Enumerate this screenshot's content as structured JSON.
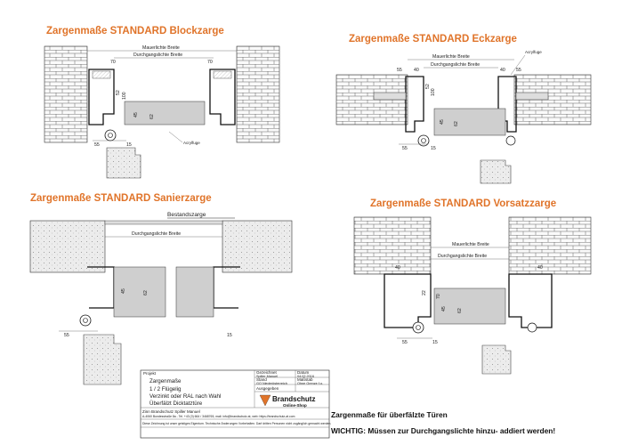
{
  "drawings": [
    {
      "title": "Zargenmaße STANDARD Blockzarge",
      "labels": [
        "Mauerlichte Breite",
        "Durchgangslichte Breite",
        "Acrylfuge"
      ],
      "dims": [
        "70",
        "70",
        "52",
        "100",
        "45",
        "62",
        "55",
        "15"
      ]
    },
    {
      "title": "Zargenmaße STANDARD Eckzarge",
      "labels": [
        "Mauerlichte Breite",
        "Durchgangslichte Breite",
        "Acrylfuge"
      ],
      "dims": [
        "55",
        "40",
        "40",
        "55",
        "100",
        "52",
        "45",
        "62",
        "55",
        "15"
      ]
    },
    {
      "title": "Zargenmaße STANDARD Sanierzarge",
      "labels": [
        "Bestandszarge",
        "Durchgangslichte Breite"
      ],
      "dims": [
        "45",
        "62",
        "55",
        "15"
      ]
    },
    {
      "title": "Zargenmaße STANDARD Vorsatzzarge",
      "labels": [
        "Mauerlichte Breite",
        "Durchgangslichte Breite"
      ],
      "dims": [
        "40",
        "40",
        "22",
        "70",
        "45",
        "62",
        "55",
        "15"
      ]
    }
  ],
  "title_block": {
    "header_label": "Projekt",
    "name": "Zargenmaße",
    "lines": [
      "1 / 2 Flügelig",
      "Verzinkt oder RAL nach Wahl",
      "Überfälzt Dicktatztüre"
    ],
    "fields": [
      {
        "label": "Gezeichnet",
        "value": "Spiller Manuel"
      },
      {
        "label": "Datum",
        "value": "04.02.2016"
      },
      {
        "label": "Stand",
        "value": "GO Niederösterreich"
      },
      {
        "label": "Maßstab",
        "value": "Ohne Grenze f.o."
      },
      {
        "label": "Ausgegeben",
        "value": ""
      }
    ],
    "company_line": "Zinn Brandschutz Spiller Manuel",
    "address_line": "A-4060 Bundesstraße 8a - Tel. +43 (0) 664 / 3468765, mail: info@brandschutz.at, web: https://brandschutz-at.com",
    "disclaimer": "Diese Zeichnung ist unser geistiges Eigentum. Technische Änderungen Vorbehalten. Darf dritten Personen nicht zugänglich gemacht werden.",
    "logo_text": "Brandschutz",
    "logo_sub": "Online-Shop"
  },
  "notes": {
    "line1": "Zargenmaße für überfälzte Türen",
    "line2": "WICHTIG: Müssen zur Durchgangslichte hinzu- addiert werden!"
  }
}
